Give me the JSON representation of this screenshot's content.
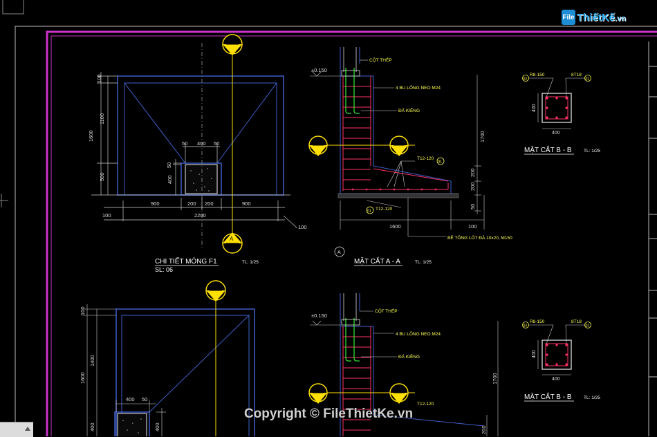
{
  "colors": {
    "frame": "#cc33cc",
    "outline": "#3f5fc8",
    "rebar": "#ff3366",
    "dim": "#cfcfcf",
    "label": "#ffff55",
    "axis": "#ffe000",
    "accent": "#25a6e8"
  },
  "logo": {
    "badge": "File",
    "name": "ThiếtKế",
    "domain": ".vn"
  },
  "watermark": "Copyright © FileThietKe.vn",
  "icons": [
    "section-marker-icon",
    "axis-bubble-icon",
    "scroll-up-arrow-icon"
  ],
  "plan1": {
    "title": "CHI TIẾT MÓNG F1",
    "qty": "SL: 06",
    "scale": "TL: 1/25",
    "dims_v": [
      "100",
      "1100",
      "500",
      "1600",
      "50",
      "400"
    ],
    "dims_h": [
      "50",
      "400",
      "50",
      "900",
      "200",
      "200",
      "900",
      "100",
      "2200",
      "100"
    ],
    "marker": "A"
  },
  "sectionA": {
    "title": "MẶT CẮT A - A",
    "scale": "TL: 1/25",
    "elevation": "±0.150",
    "labels": [
      "CỘT THÉP",
      "4 BU LÔNG NEO M24",
      "ĐÁ KIÊNG",
      "T12-120",
      "T12-120",
      "BÊ TÔNG LÓT ĐÁ 10x20, M150"
    ],
    "tags": [
      "01",
      "01"
    ],
    "dims": [
      "1700",
      "200",
      "200",
      "50",
      "1600",
      "100"
    ],
    "marker": "B",
    "axis": "A"
  },
  "sectionB1": {
    "title": "MẶT CẮT B - B",
    "scale": "TL: 1/25",
    "tie": "R8-150",
    "main": "8T18",
    "tag1": "03",
    "tag2": "02",
    "dim": "400",
    "dim2": "400"
  },
  "plan2": {
    "dims_v": [
      "100",
      "1400",
      "1600",
      "400",
      "400"
    ],
    "dims_h": [
      "400",
      "50"
    ],
    "marker": "A"
  },
  "sectionA2": {
    "elevation": "±0.150",
    "labels": [
      "CỘT THÉP",
      "4 BU LÔNG NEO M24",
      "ĐÁ KIÊNG",
      "T12-120"
    ],
    "dims": [
      "1700",
      "200"
    ],
    "marker": "B"
  },
  "sectionB2": {
    "title": "MẶT CẮT B - B",
    "scale": "TL: 1/25",
    "tie": "R8-150",
    "main": "8T18",
    "tag1": "03",
    "tag2": "02",
    "dim": "400",
    "dim2": "400"
  }
}
